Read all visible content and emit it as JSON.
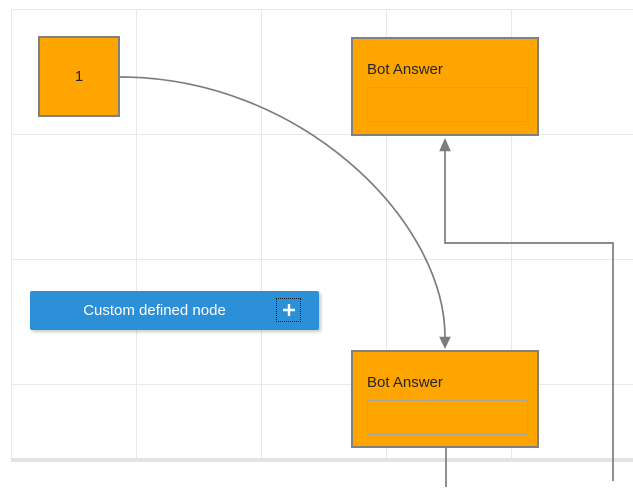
{
  "diagram": {
    "start_node": {
      "label": "1"
    },
    "bot_answer_top": {
      "title": "Bot Answer",
      "field_value": ""
    },
    "bot_answer_bottom": {
      "title": "Bot Answer",
      "field_value": ""
    },
    "custom_node_button": {
      "label": "Custom defined node",
      "icon": "plus-icon"
    }
  },
  "colors": {
    "canvas_bg": "#FFFFFF",
    "grid_line": "#E9E9E9",
    "page_edge": "#E3E3E3",
    "node_fill": "#FFA500",
    "node_border": "#808080",
    "inner_border": "#A6A6A6",
    "title_text": "#262626",
    "connector": "#7C7C7C",
    "button_fill": "#2C90D9",
    "button_text": "#FFFFFF"
  }
}
